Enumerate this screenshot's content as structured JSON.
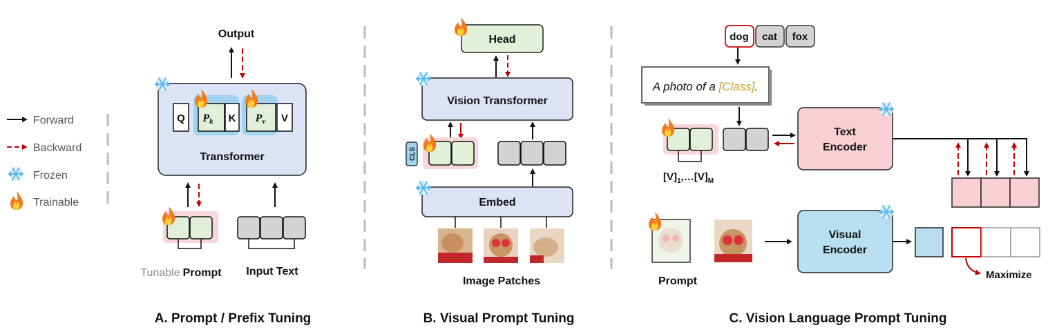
{
  "legend": {
    "forward": "Forward",
    "backward": "Backward",
    "frozen": "Frozen",
    "trainable": "Trainable"
  },
  "panel_a": {
    "output": "Output",
    "q": "Q",
    "pk": "P",
    "pk_sub": "k",
    "k": "K",
    "pv": "P",
    "pv_sub": "v",
    "v": "V",
    "transformer": "Transformer",
    "tunable": "Tunable",
    "prompt": "Prompt",
    "input_text": "Input Text",
    "caption": "A. Prompt / Prefix Tuning"
  },
  "panel_b": {
    "head": "Head",
    "vision_transformer": "Vision Transformer",
    "cls": "CLS",
    "embed": "Embed",
    "image_patches": "Image Patches",
    "caption": "B. Visual Prompt Tuning"
  },
  "panel_c": {
    "class_words": [
      "dog",
      "cat",
      "fox"
    ],
    "template_prefix": "A photo of a ",
    "template_class": "[Class]",
    "template_suffix": ".",
    "text_encoder_1": "Text",
    "text_encoder_2": "Encoder",
    "v_label_main": "[V]",
    "v_label_sub1": "1",
    "v_label_mid": ",…[V]",
    "v_label_sub2": "M",
    "visual_encoder_1": "Visual",
    "visual_encoder_2": "Encoder",
    "prompt": "Prompt",
    "maximize": "Maximize",
    "caption": "C. Vision Language Prompt Tuning"
  },
  "colors": {
    "blue_box": "#dbe3f5",
    "green_box": "#e2f0d9",
    "pink_highlight": "#f8d7da",
    "gray_token": "#d3d3d3",
    "text_encoder": "#f8cfd3",
    "visual_encoder": "#b9def0",
    "red_arrow": "#c00000",
    "accent_class": "#c8a030"
  }
}
